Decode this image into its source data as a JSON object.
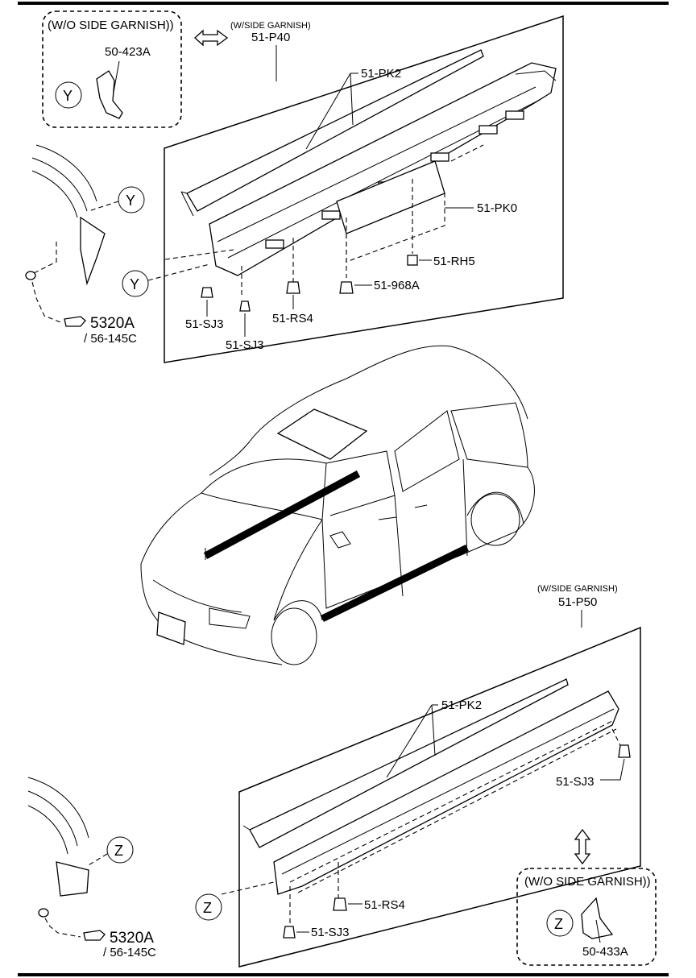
{
  "callouts": {
    "wo_side_garnish_top": "(W/O SIDE GARNISH))",
    "part_50_423A": "50-423A",
    "circle_y1": "Y",
    "circle_y2": "Y",
    "circle_y3": "Y",
    "w_side_garnish_top": "(W/SIDE GARNISH)",
    "part_51_P40": "51-P40",
    "part_51_PK2_top": "51-PK2",
    "part_51_PK0": "51-PK0",
    "part_51_RH5": "51-RH5",
    "part_51_968A": "51-968A",
    "part_51_SJ3_a": "51-SJ3",
    "part_51_SJ3_b": "51-SJ3",
    "part_51_RS4_top": "51-RS4",
    "part_5320A_top": "5320A",
    "part_56_145C_top": "/ 56-145C",
    "w_side_garnish_bottom": "(W/SIDE GARNISH)",
    "part_51_P50": "51-P50",
    "part_51_PK2_bottom": "51-PK2",
    "part_51_SJ3_c": "51-SJ3",
    "part_51_RS4_bottom": "51-RS4",
    "part_51_SJ3_d": "51-SJ3",
    "circle_z1": "Z",
    "circle_z2": "Z",
    "circle_z3": "Z",
    "part_5320A_bottom": "5320A",
    "part_56_145C_bottom": "/ 56-145C",
    "wo_side_garnish_bottom": "(W/O SIDE GARNISH))",
    "part_50_433A": "50-433A"
  }
}
